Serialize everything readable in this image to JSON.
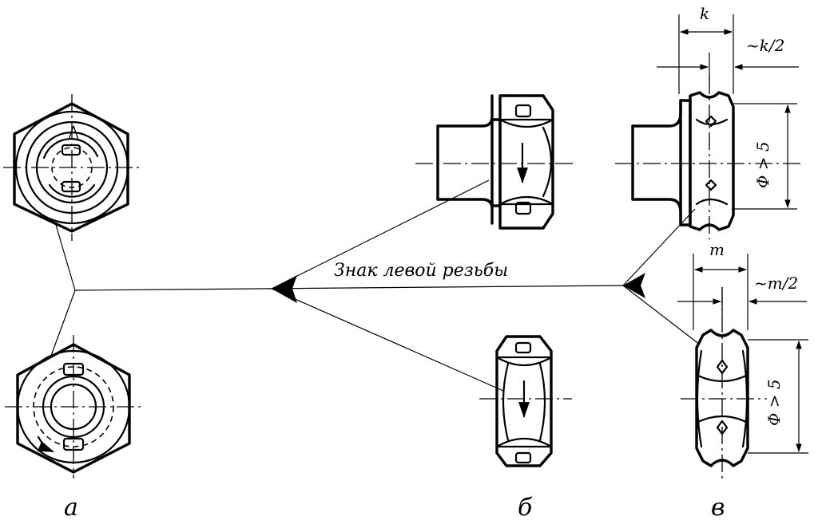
{
  "diagram": {
    "callout_label": "Знак левой резьбы",
    "views": {
      "a": "а",
      "b": "б",
      "v": "в"
    },
    "dimensions": {
      "k": "k",
      "k_half": "~k/2",
      "m": "m",
      "m_half": "~m/2",
      "dia_top": "Φ > 5",
      "dia_bottom": "Φ > 5"
    }
  }
}
